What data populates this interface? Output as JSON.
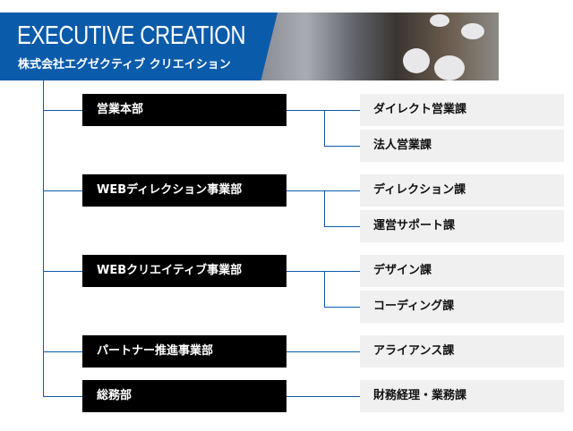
{
  "header": {
    "title": "EXECUTIVE CREATION",
    "subtitle": "株式会社エグゼクティブ クリエイション"
  },
  "departments": [
    {
      "name": "営業本部",
      "sections": [
        "ダイレクト営業課",
        "法人営業課"
      ]
    },
    {
      "name": "WEBディレクション事業部",
      "sections": [
        "ディレクション課",
        "運営サポート課"
      ]
    },
    {
      "name": "WEBクリエイティブ事業部",
      "sections": [
        "デザイン課",
        "コーディング課"
      ]
    },
    {
      "name": "パートナー推進事業部",
      "sections": [
        "アライアンス課"
      ]
    },
    {
      "name": "総務部",
      "sections": [
        "財務経理・業務課"
      ]
    }
  ],
  "colors": {
    "accent": "#0b5bab",
    "dept_bg": "#000000",
    "section_bg": "#f0f0f0"
  }
}
